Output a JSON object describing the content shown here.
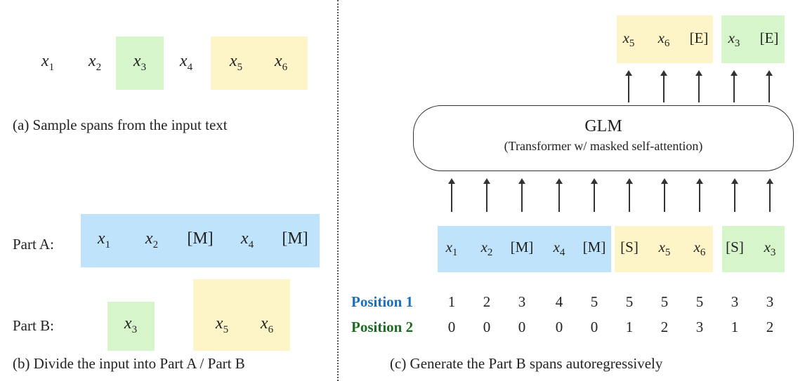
{
  "panel_a": {
    "tokens": [
      "x1",
      "x2",
      "x3",
      "x4",
      "x5",
      "x6"
    ],
    "caption": "(a)  Sample spans from the input text"
  },
  "panel_b": {
    "part_a_label": "Part A:",
    "part_b_label": "Part B:",
    "part_a_tokens": [
      "x1",
      "x2",
      "[M]",
      "x4",
      "[M]"
    ],
    "part_b_tokens": [
      "x3",
      "x5",
      "x6"
    ],
    "caption": "(b)  Divide the input into Part A / Part B"
  },
  "panel_c": {
    "outputs": [
      "x5",
      "x6",
      "[E]",
      "x3",
      "[E]"
    ],
    "model_title": "GLM",
    "model_subtitle": "(Transformer w/ masked self-attention)",
    "inputs": [
      "x1",
      "x2",
      "[M]",
      "x4",
      "[M]",
      "[S]",
      "x5",
      "x6",
      "[S]",
      "x3"
    ],
    "position1_label": "Position 1",
    "position2_label": "Position 2",
    "position1": [
      "1",
      "2",
      "3",
      "4",
      "5",
      "5",
      "5",
      "5",
      "3",
      "3"
    ],
    "position2": [
      "0",
      "0",
      "0",
      "0",
      "0",
      "1",
      "2",
      "3",
      "1",
      "2"
    ],
    "caption": "(c)  Generate the Part B spans autoregressively"
  },
  "colors": {
    "green": "#d6f5cb",
    "yellow": "#fdf5c8",
    "blue": "#bfe3fa",
    "position1": "#1f6fb8",
    "position2": "#1e6b22"
  }
}
